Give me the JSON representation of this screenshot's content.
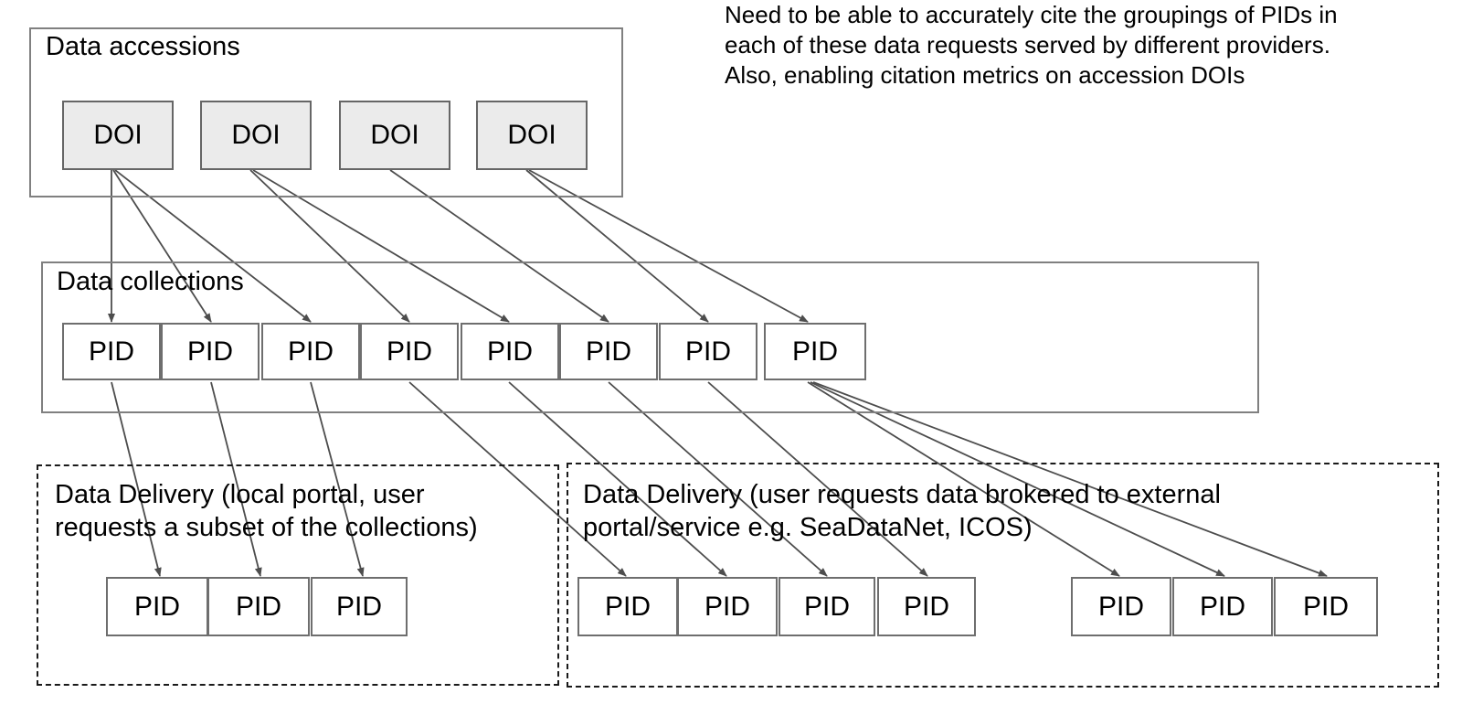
{
  "diagram": {
    "annotation": {
      "text": "Need to be able to accurately cite the groupings of PIDs in each of these data requests served by different providers. Also, enabling citation metrics on accession DOIs"
    },
    "groups": [
      {
        "id": "data-accessions",
        "label": "Data accessions",
        "border": "solid",
        "nodes": [
          {
            "label": "DOI"
          },
          {
            "label": "DOI"
          },
          {
            "label": "DOI"
          },
          {
            "label": "DOI"
          }
        ]
      },
      {
        "id": "data-collections",
        "label": "Data collections",
        "border": "solid",
        "nodes": [
          {
            "label": "PID"
          },
          {
            "label": "PID"
          },
          {
            "label": "PID"
          },
          {
            "label": "PID"
          },
          {
            "label": "PID"
          },
          {
            "label": "PID"
          },
          {
            "label": "PID"
          },
          {
            "label": "PID"
          }
        ]
      },
      {
        "id": "data-delivery-local",
        "label": "Data Delivery (local portal, user requests a subset of the collections)",
        "border": "dash-dot",
        "nodes": [
          {
            "label": "PID"
          },
          {
            "label": "PID"
          },
          {
            "label": "PID"
          }
        ]
      },
      {
        "id": "data-delivery-brokered",
        "label": "Data Delivery (user requests data brokered to external portal/service e.g. SeaDataNet, ICOS)",
        "border": "dashed",
        "nodes": [
          {
            "label": "PID"
          },
          {
            "label": "PID"
          },
          {
            "label": "PID"
          },
          {
            "label": "PID"
          },
          {
            "label": "PID"
          },
          {
            "label": "PID"
          },
          {
            "label": "PID"
          }
        ]
      }
    ],
    "colors": {
      "doi_fill": "#ebebeb",
      "doi_border": "#666666",
      "pid_fill": "#ffffff",
      "pid_border": "#6e6e6e",
      "container_border": "#808080",
      "dashed_border": "#1a1a1a",
      "arrow": "#4d4d4d",
      "text": "#000000",
      "background": "#ffffff"
    },
    "edges_accessions_to_collections": [
      {
        "from": "DOI-1",
        "to": "PID-1"
      },
      {
        "from": "DOI-1",
        "to": "PID-2"
      },
      {
        "from": "DOI-1",
        "to": "PID-3"
      },
      {
        "from": "DOI-2",
        "to": "PID-4"
      },
      {
        "from": "DOI-2",
        "to": "PID-5"
      },
      {
        "from": "DOI-3",
        "to": "PID-6"
      },
      {
        "from": "DOI-4",
        "to": "PID-7"
      },
      {
        "from": "DOI-4",
        "to": "PID-8"
      }
    ],
    "edges_collections_to_delivery": [
      {
        "from": "PID-1",
        "to": "local-PID-1"
      },
      {
        "from": "PID-2",
        "to": "local-PID-2"
      },
      {
        "from": "PID-3",
        "to": "local-PID-3"
      },
      {
        "from": "PID-4",
        "to": "brokered-PID-1"
      },
      {
        "from": "PID-5",
        "to": "brokered-PID-2"
      },
      {
        "from": "PID-6",
        "to": "brokered-PID-3"
      },
      {
        "from": "PID-7",
        "to": "brokered-PID-4"
      },
      {
        "from": "PID-8",
        "to": "brokered-PID-5"
      }
    ]
  }
}
